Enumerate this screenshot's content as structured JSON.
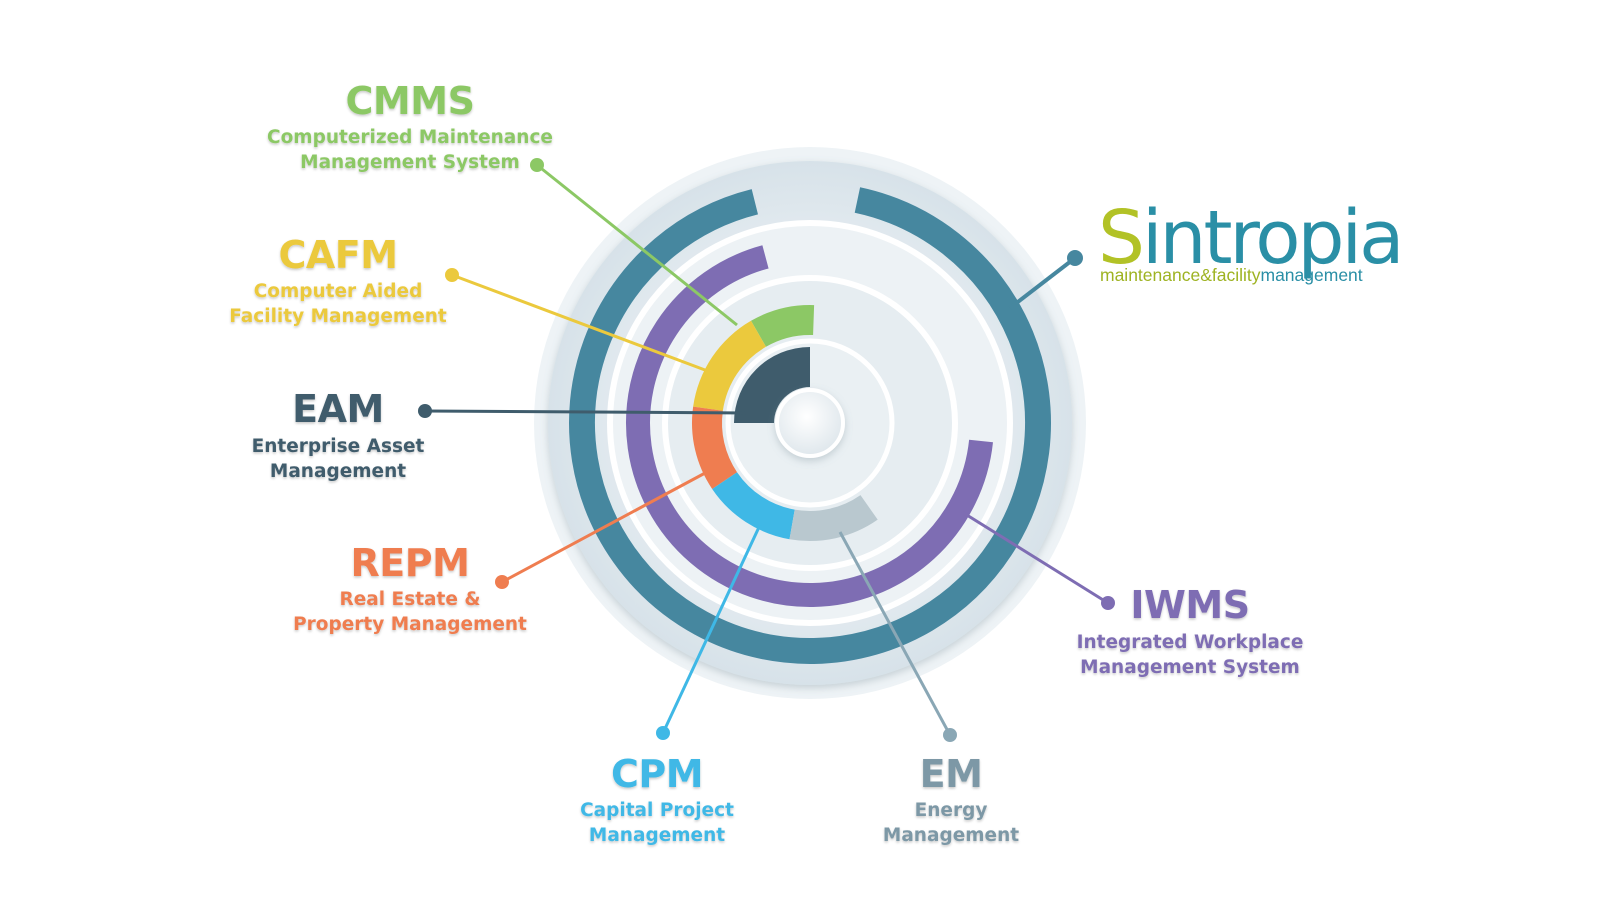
{
  "colors": {
    "cmms": "#8cc865",
    "cafm": "#ebc93d",
    "eam": "#3f5c6c",
    "repm": "#ef7d50",
    "cpm": "#3fb8e6",
    "em": "#8aa7b5",
    "iwms": "#7e6db3",
    "sintropia": "#46879f",
    "sintropia_lime": "#b2c226"
  },
  "labels": {
    "cmms": {
      "abbr": "CMMS",
      "desc1": "Computerized Maintenance",
      "desc2": "Management System"
    },
    "cafm": {
      "abbr": "CAFM",
      "desc1": "Computer Aided",
      "desc2": "Facility Management"
    },
    "eam": {
      "abbr": "EAM",
      "desc1": "Enterprise Asset",
      "desc2": "Management"
    },
    "repm": {
      "abbr": "REPM",
      "desc1": "Real Estate &",
      "desc2": "Property Management"
    },
    "cpm": {
      "abbr": "CPM",
      "desc1": "Capital Project",
      "desc2": "Management"
    },
    "em": {
      "abbr": "EM",
      "desc1": "Energy",
      "desc2": "Management"
    },
    "iwms": {
      "abbr": "IWMS",
      "desc1": "Integrated Workplace",
      "desc2": "Management System"
    }
  },
  "logo": {
    "s": "S",
    "rest": "intropia",
    "tag_part1": "maintenance&facility",
    "tag_part2": "management"
  }
}
